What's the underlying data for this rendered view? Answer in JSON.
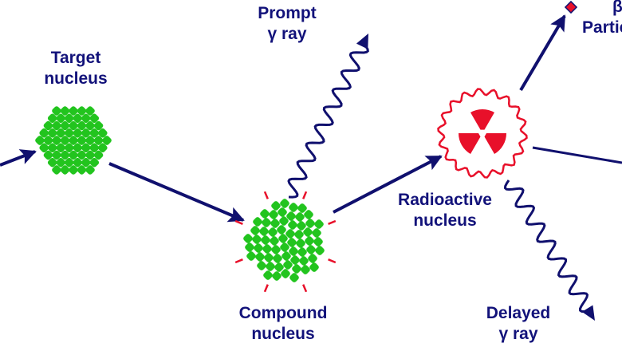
{
  "labels": {
    "target": [
      "Target",
      "nucleus"
    ],
    "prompt": [
      "Prompt",
      "γ ray"
    ],
    "compound": [
      "Compound",
      "nucleus"
    ],
    "radioactive": [
      "Radioactive",
      "nucleus"
    ],
    "delayed": [
      "Delayed",
      "γ ray"
    ],
    "beta": [
      "β",
      "Particle"
    ]
  },
  "colors": {
    "arrow": "#10106e",
    "nucleon": "#22c41e",
    "radioactive": "#e8102a"
  }
}
